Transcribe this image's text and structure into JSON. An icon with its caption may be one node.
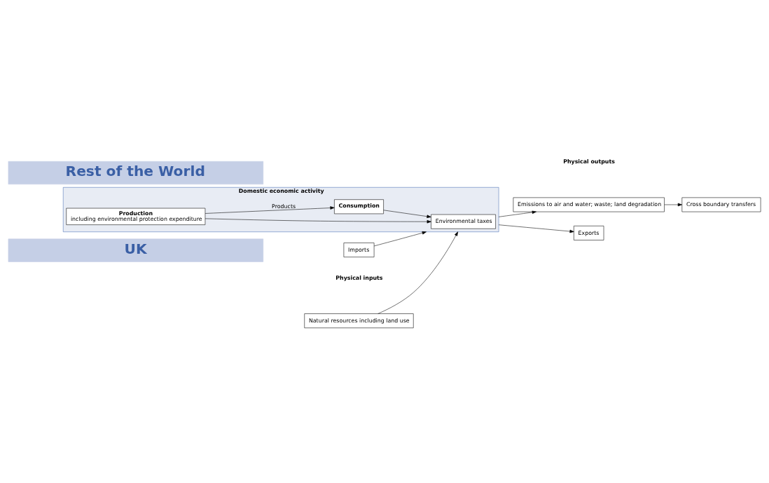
{
  "diagram": {
    "nodes": [
      {
        "text": [
          "UK"
        ]
      },
      {
        "text": [
          "Natural resources including land use"
        ]
      },
      {
        "text": [
          "Domestic economic activity"
        ]
      },
      {
        "text": [
          "Environmental taxes"
        ],
        "in": 2
      },
      {
        "text": [
          "Production",
          "including environmental protection expenditure"
        ],
        "in": 2
      },
      {
        "text": [
          "Consumption"
        ],
        "in": 2
      },
      {
        "text": [
          "Emissions to air and water; waste; land degradation"
        ]
      },
      {
        "text": [
          "Cross boundary transfers"
        ]
      },
      {
        "text": [
          "Imports"
        ]
      },
      {
        "text": [
          "Exports"
        ]
      },
      {
        "text": [
          "Rest of the World"
        ]
      }
    ],
    "edges": [
      {
        "from": 1,
        "to": 2,
        "arrow": "to"
      },
      {
        "from": 4,
        "to": 3,
        "arrow": "to"
      },
      {
        "from": 5,
        "to": 3,
        "arrow": "to"
      },
      {
        "from": 4,
        "to": 5,
        "arrow": "to",
        "label": "Products"
      },
      {
        "from": 2,
        "to": 6,
        "arrow": "to"
      },
      {
        "from": 6,
        "to": 7,
        "arrow": "to"
      },
      {
        "from": 8,
        "to": 2,
        "arrow": "to"
      },
      {
        "from": 2,
        "to": 9,
        "arrow": "to"
      }
    ],
    "labels": [
      "Physical inputs",
      "Physical outputs"
    ]
  }
}
